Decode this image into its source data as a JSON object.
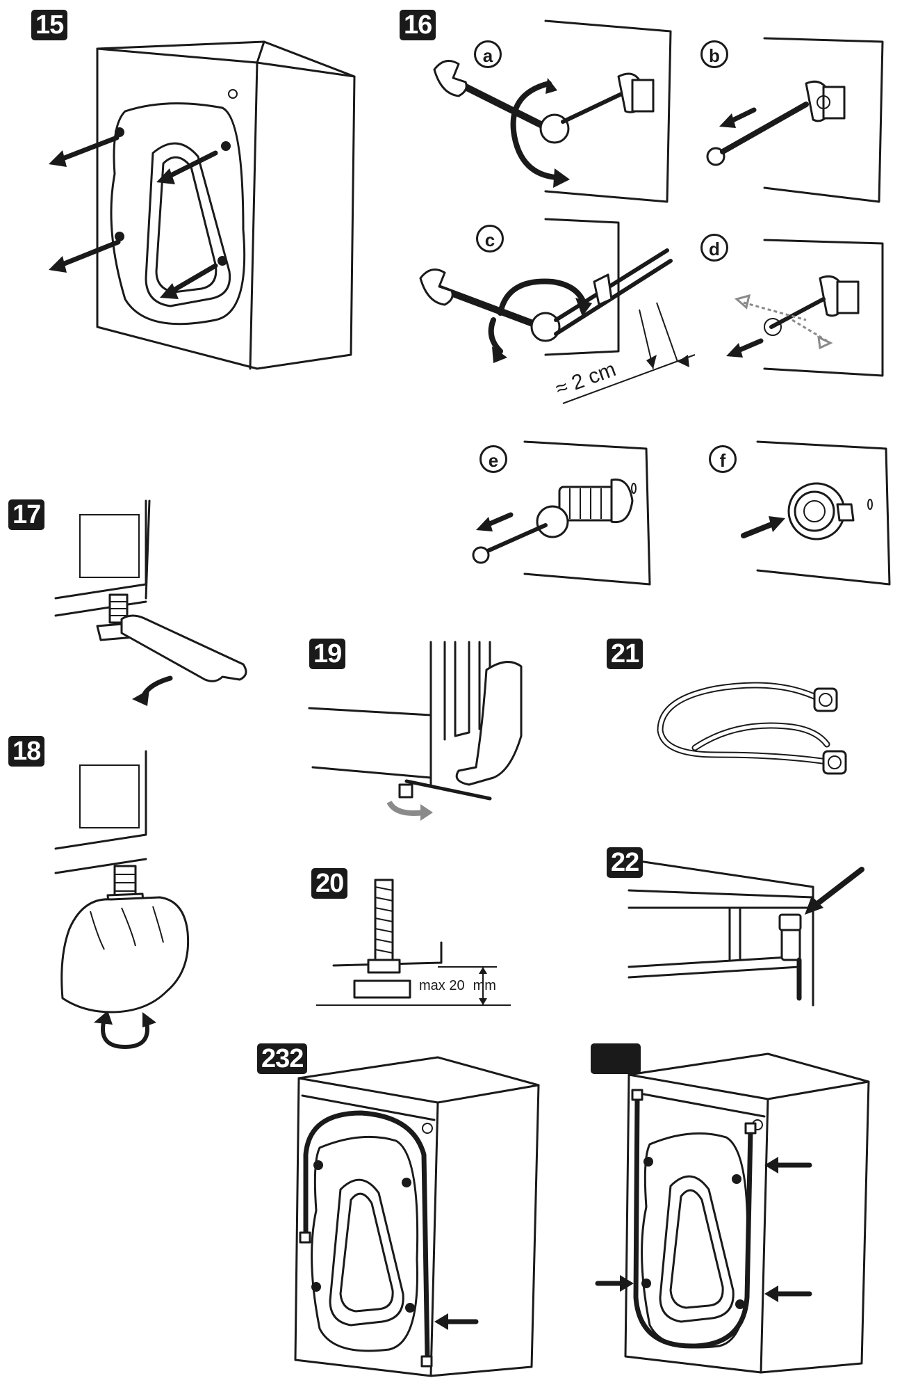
{
  "steps": {
    "s15": "15",
    "s16": "16",
    "s17": "17",
    "s18": "18",
    "s19": "19",
    "s20": "20",
    "s21": "21",
    "s22": "22",
    "s23": "232",
    "s24": ""
  },
  "substeps": {
    "a": "a",
    "b": "b",
    "c": "c",
    "d": "d",
    "e": "e",
    "f": "f"
  },
  "measurements": {
    "gap": "≈ 2 cm",
    "max_prefix": "max 20",
    "max_unit": "mm"
  },
  "colors": {
    "ink": "#1a1a1a",
    "paper": "#ffffff",
    "arrow_grey": "#8a8a8a"
  }
}
